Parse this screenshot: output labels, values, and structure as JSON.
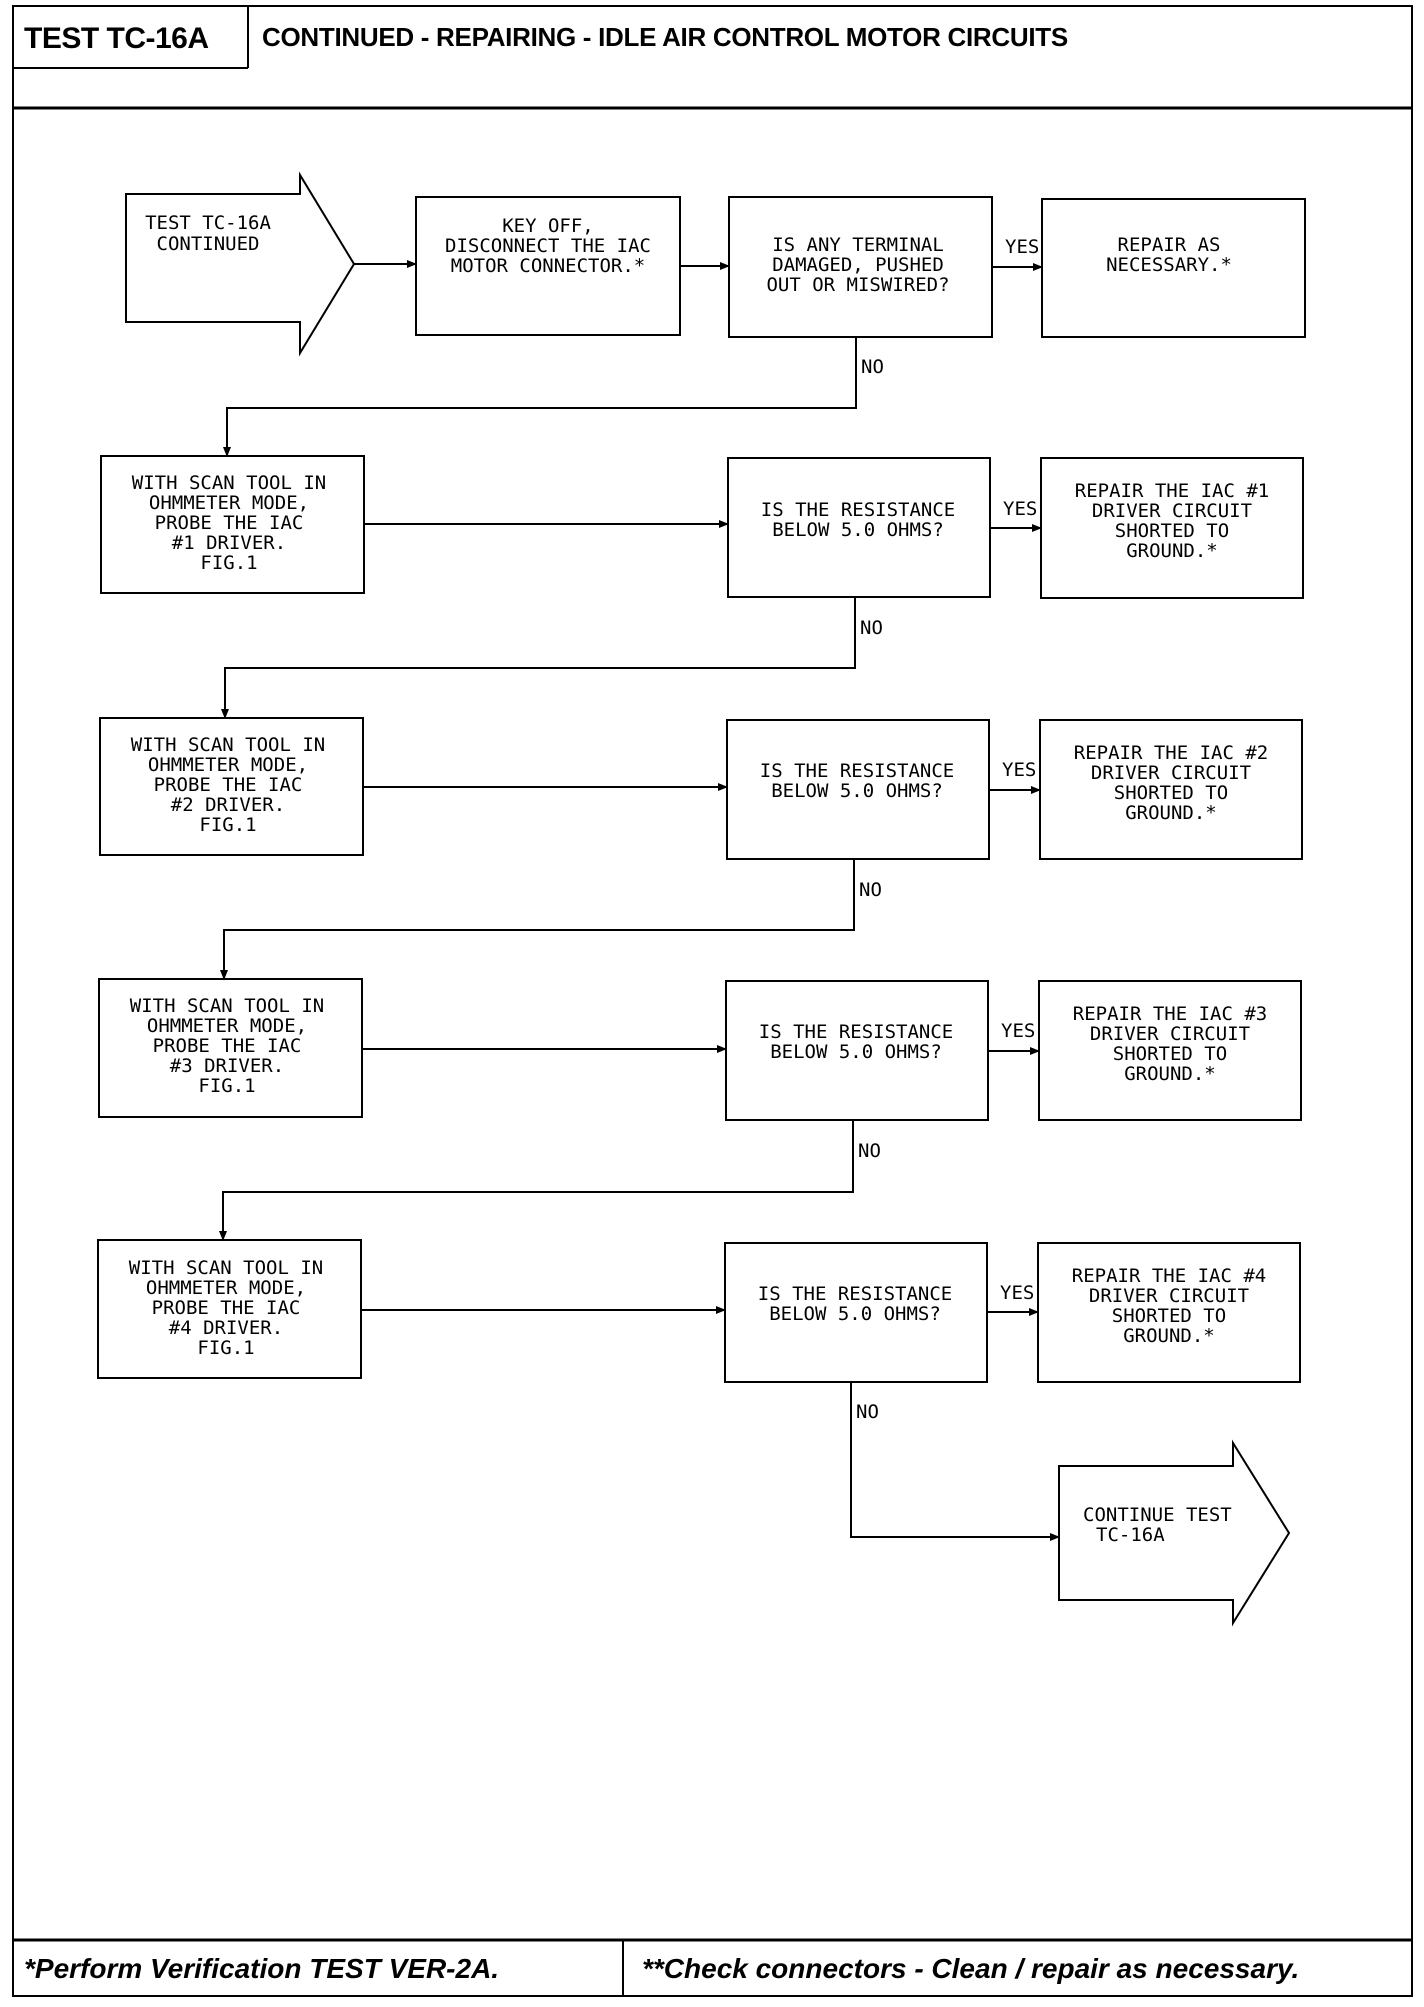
{
  "header": {
    "test_label": "TEST TC-16A",
    "title": "CONTINUED - REPAIRING - IDLE AIR CONTROL MOTOR CIRCUITS"
  },
  "footer": {
    "left": "*Perform Verification TEST VER-2A.",
    "right": "**Check connectors - Clean / repair as necessary."
  },
  "flow": {
    "start": [
      "TEST TC-16A",
      "CONTINUED"
    ],
    "key_off": [
      "KEY OFF,",
      "DISCONNECT THE IAC",
      "MOTOR CONNECTOR.*"
    ],
    "q_terminal": [
      "IS ANY TERMINAL",
      "DAMAGED, PUSHED",
      "OUT OR MISWIRED?"
    ],
    "repair_general": [
      "REPAIR AS",
      "NECESSARY.*"
    ],
    "probe_1": [
      "WITH SCAN TOOL IN",
      "OHMMETER MODE,",
      "PROBE THE IAC",
      "#1 DRIVER.",
      "FIG.1"
    ],
    "probe_2": [
      "WITH SCAN TOOL IN",
      "OHMMETER MODE,",
      "PROBE THE IAC",
      "#2 DRIVER.",
      "FIG.1"
    ],
    "probe_3": [
      "WITH SCAN TOOL IN",
      "OHMMETER MODE,",
      "PROBE THE IAC",
      "#3 DRIVER.",
      "FIG.1"
    ],
    "probe_4": [
      "WITH SCAN TOOL IN",
      "OHMMETER MODE,",
      "PROBE THE IAC",
      "#4 DRIVER.",
      "FIG.1"
    ],
    "q_res_1": [
      "IS THE RESISTANCE",
      "BELOW 5.0 OHMS?"
    ],
    "q_res_2": [
      "IS THE RESISTANCE",
      "BELOW 5.0 OHMS?"
    ],
    "q_res_3": [
      "IS THE RESISTANCE",
      "BELOW 5.0 OHMS?"
    ],
    "q_res_4": [
      "IS THE RESISTANCE",
      "BELOW 5.0 OHMS?"
    ],
    "repair_1": [
      "REPAIR THE IAC #1",
      "DRIVER CIRCUIT",
      "SHORTED TO",
      "GROUND.*"
    ],
    "repair_2": [
      "REPAIR THE IAC #2",
      "DRIVER CIRCUIT",
      "SHORTED TO",
      "GROUND.*"
    ],
    "repair_3": [
      "REPAIR THE IAC #3",
      "DRIVER CIRCUIT",
      "SHORTED TO",
      "GROUND.*"
    ],
    "repair_4": [
      "REPAIR THE IAC #4",
      "DRIVER CIRCUIT",
      "SHORTED TO",
      "GROUND.*"
    ],
    "continue": [
      "CONTINUE TEST",
      "TC-16A"
    ],
    "yes_label": "YES",
    "no_label": "NO"
  }
}
